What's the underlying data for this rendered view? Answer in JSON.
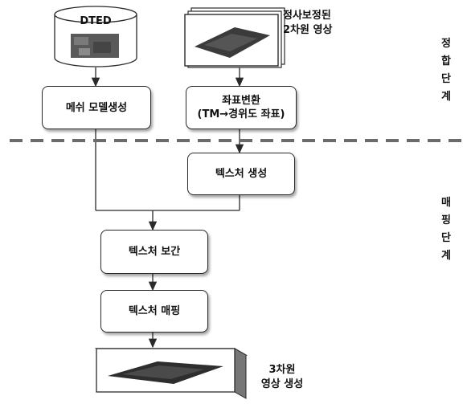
{
  "dted": {
    "label": "DTED"
  },
  "ortho": {
    "label": "정사보정된\n2차원 영상"
  },
  "boxes": {
    "mesh": "메쉬 모델생성",
    "coord": "좌표변환\n(TM→경위도 좌표)",
    "texgen": "텍스처 생성",
    "interp": "텍스처 보간",
    "mapping": "텍스처 매핑"
  },
  "result": {
    "label": "3차원\n영상 생성"
  },
  "stages": {
    "registration": "정\n합\n단\n계",
    "mapping": "매\n핑\n단\n계"
  },
  "colors": {
    "line": "#2a2a2a",
    "dash": "#6b6b6b",
    "terrain": "#3b3b3b"
  }
}
